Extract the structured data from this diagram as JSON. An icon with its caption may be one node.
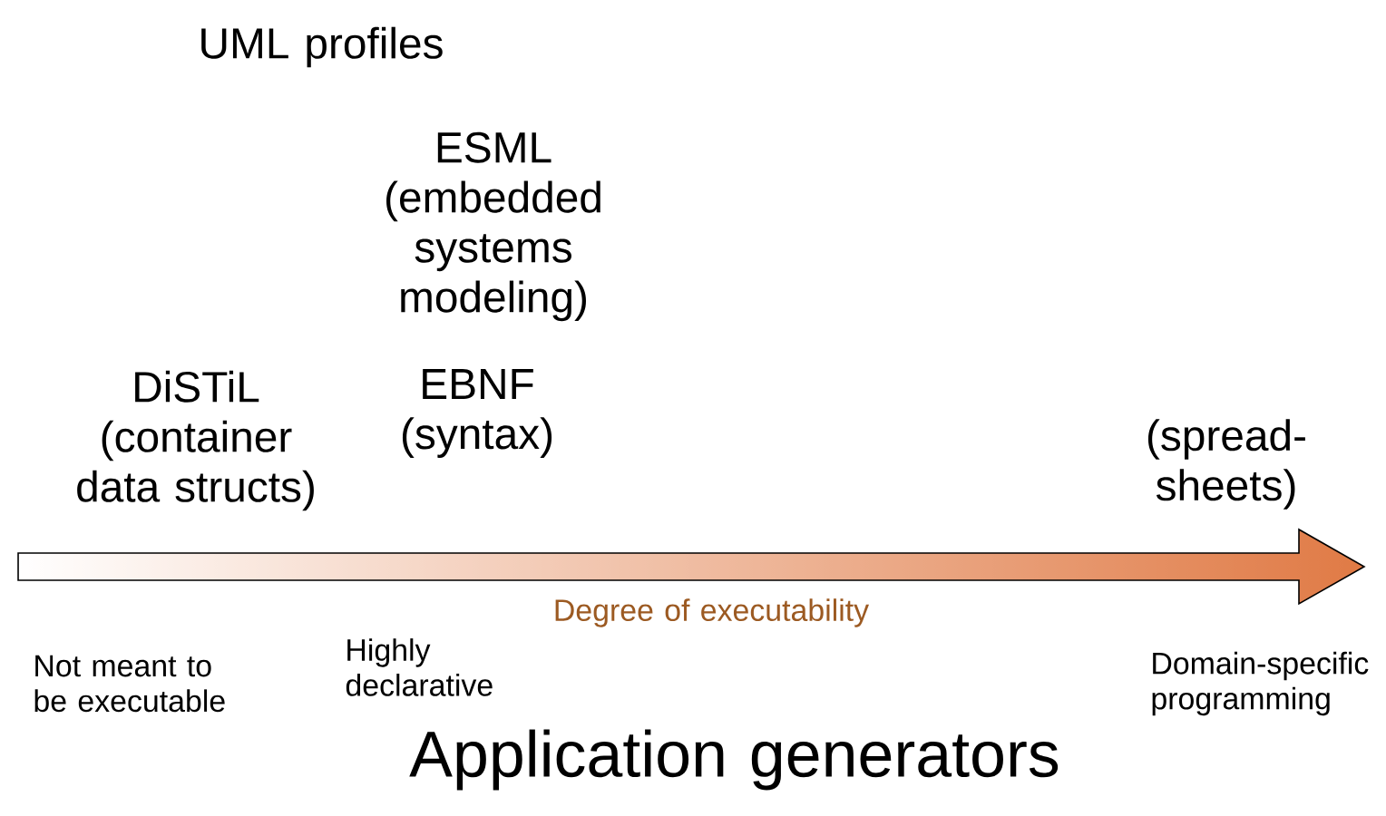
{
  "diagram": {
    "labels": [
      "UML profiles",
      "ESML (embedded systems modeling)",
      "DiSTiL (container data structs)",
      "EBNF (syntax)",
      "(spread-sheets)",
      "Degree of executability",
      "Not meant to be executable",
      "Highly declarative",
      "Domain-specific programming",
      "Application generators"
    ]
  }
}
